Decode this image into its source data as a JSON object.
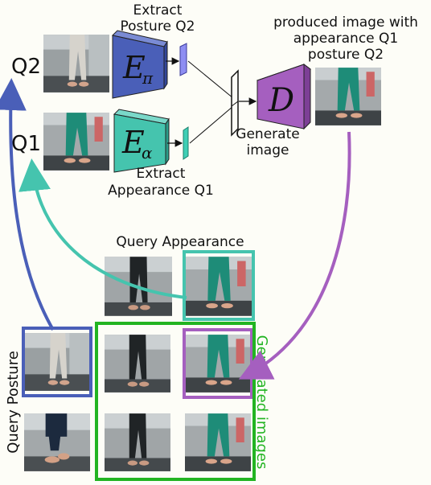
{
  "labels": {
    "q2": "Q2",
    "q1": "Q1",
    "extract_posture_line1": "Extract",
    "extract_posture_line2": "Posture Q2",
    "extract_appearance_line1": "Extract",
    "extract_appearance_line2": "Appearance Q1",
    "produced_line1": "produced image with",
    "produced_line2": "appearance Q1",
    "produced_line3": "posture Q2",
    "generate_line1": "Generate",
    "generate_line2": "image",
    "query_appearance": "Query Appearance",
    "query_posture": "Query Posture",
    "generated_images": "Generated images"
  },
  "encoders": {
    "posture": {
      "symbol": "E",
      "subscript": "π"
    },
    "appearance": {
      "symbol": "E",
      "subscript": "α"
    },
    "decoder": {
      "symbol": "D"
    }
  },
  "colors": {
    "posture_blue": "#4a5fb8",
    "appearance_teal": "#45c4ae",
    "decoder_purple": "#a55fbf",
    "generated_green": "#22b422",
    "feature_blue": "#8e8ef2",
    "feature_teal": "#3fcfb5"
  },
  "icons": [
    "person-photo",
    "encoder-block",
    "decoder-block",
    "feature-vector",
    "concat-bar",
    "arrow"
  ]
}
